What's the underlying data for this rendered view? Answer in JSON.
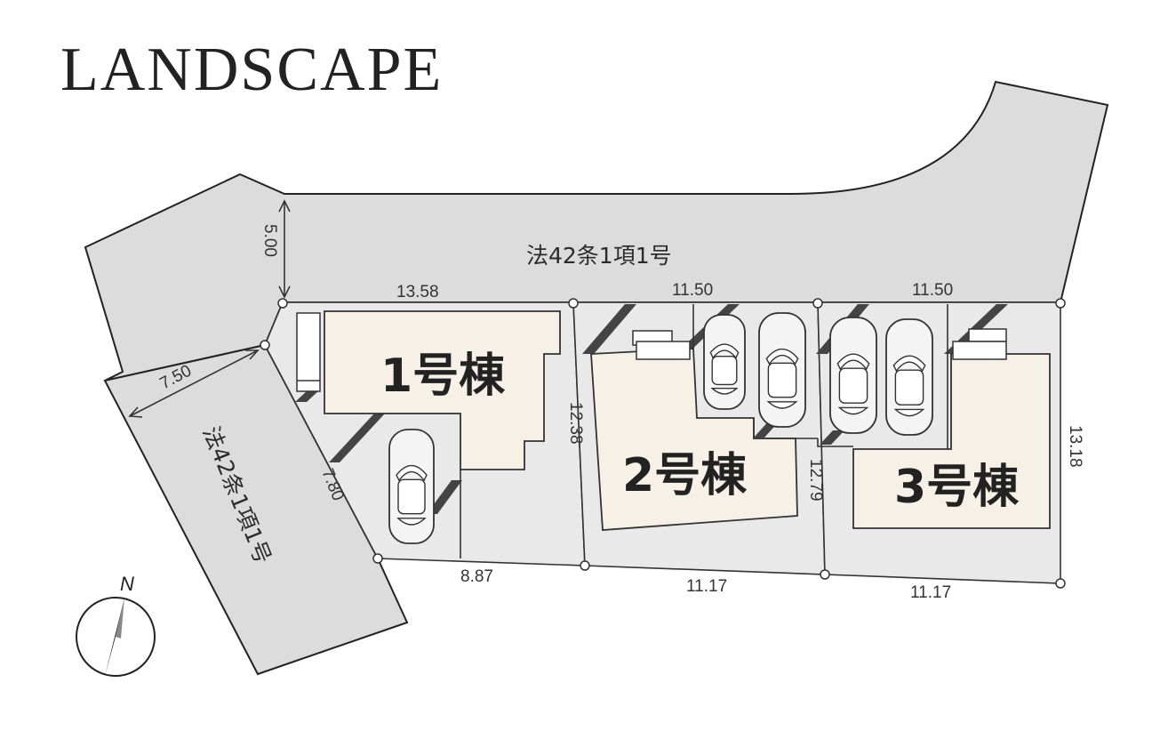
{
  "title": "LANDSCAPE",
  "roads": {
    "north_road": "法42条1項1号",
    "west_road": "法42条1項1号"
  },
  "houses": {
    "house1": "1号棟",
    "house2": "2号棟",
    "house3": "3号棟"
  },
  "dimensions": {
    "road_width_north": "5.00",
    "road_width_west": "7.50",
    "lot1_top": "13.58",
    "lot2_top": "11.50",
    "lot3_top": "11.50",
    "lot1_left": "7.80",
    "lot1_bottom": "8.87",
    "lot2_left": "12.38",
    "lot2_bottom": "11.17",
    "lot3_left": "12.79",
    "lot3_bottom": "11.17",
    "lot3_right": "13.18"
  },
  "compass": {
    "label": "N"
  },
  "colors": {
    "road": "#dcdcdc",
    "lot": "#e9e9e9",
    "house": "#f7f0e6"
  }
}
